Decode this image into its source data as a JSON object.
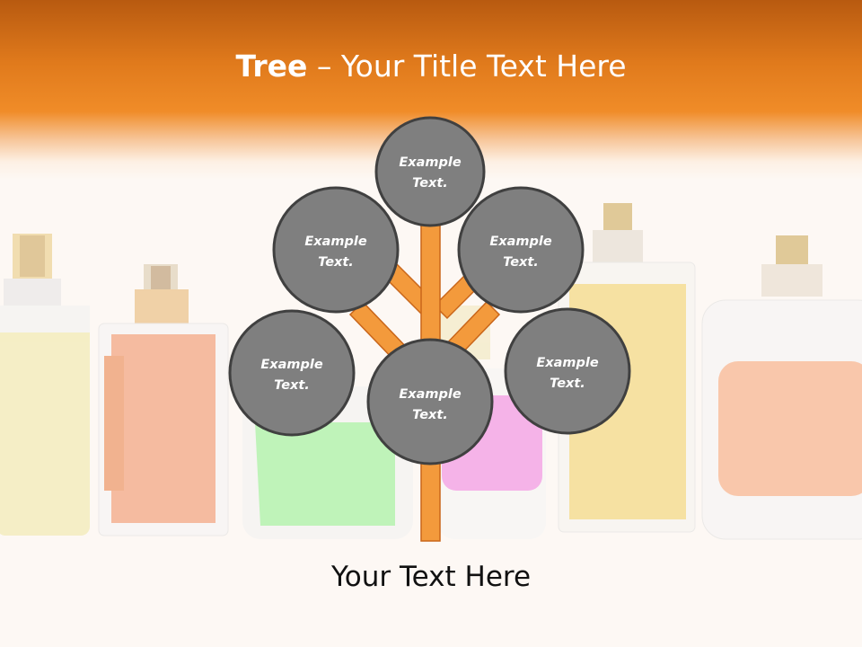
{
  "title": {
    "bold": "Tree",
    "dash": " – ",
    "rest": "Your Title Text Here"
  },
  "nodes": [
    {
      "id": "top",
      "line1": "Example",
      "line2": "Text."
    },
    {
      "id": "upper-left",
      "line1": "Example",
      "line2": "Text."
    },
    {
      "id": "upper-right",
      "line1": "Example",
      "line2": "Text."
    },
    {
      "id": "lower-left",
      "line1": "Example",
      "line2": "Text."
    },
    {
      "id": "lower-right",
      "line1": "Example",
      "line2": "Text."
    },
    {
      "id": "center",
      "line1": "Example",
      "line2": "Text."
    }
  ],
  "footer": "Your Text Here",
  "colors": {
    "header": "#e8801e",
    "trunk": "#f39a3c",
    "trunk_stroke": "#c9661a",
    "node_fill": "#7f7f7f",
    "node_stroke": "#404040"
  }
}
